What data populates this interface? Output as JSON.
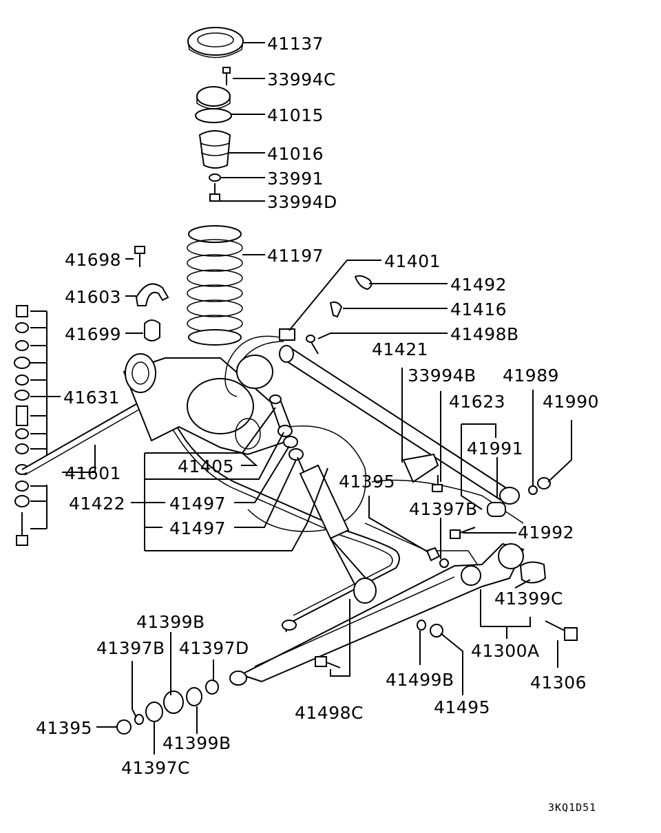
{
  "diagram": {
    "code": "3KQ1D51",
    "labels": {
      "p41137": "41137",
      "p33994C": "33994C",
      "p41015": "41015",
      "p41016": "41016",
      "p33991": "33991",
      "p33994D": "33994D",
      "p41197": "41197",
      "p41698": "41698",
      "p41603": "41603",
      "p41699": "41699",
      "p41401": "41401",
      "p41492": "41492",
      "p41416": "41416",
      "p41498B": "41498B",
      "p41421": "41421",
      "p33994B": "33994B",
      "p41989": "41989",
      "p41623": "41623",
      "p41990": "41990",
      "p41631": "41631",
      "p41991": "41991",
      "p41601": "41601",
      "p41405": "41405",
      "p41395a": "41395",
      "p41422": "41422",
      "p41497a": "41497",
      "p41397Ba": "41397B",
      "p41497b": "41497",
      "p41992": "41992",
      "p41399C": "41399C",
      "p41399Ba": "41399B",
      "p41397Bb": "41397B",
      "p41397D": "41397D",
      "p41300A": "41300A",
      "p41306": "41306",
      "p41499B": "41499B",
      "p41395b": "41395",
      "p41498C": "41498C",
      "p41495": "41495",
      "p41399Bb": "41399B",
      "p41397C": "41397C"
    }
  }
}
